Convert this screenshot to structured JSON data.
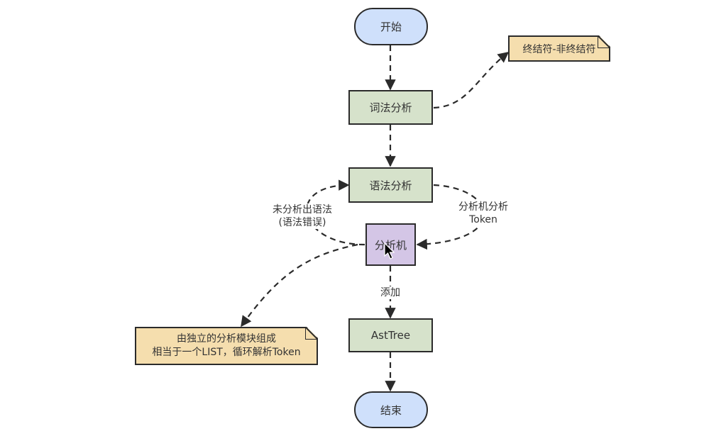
{
  "diagram": {
    "nodes": {
      "start": "开始",
      "lexical": "词法分析",
      "syntax": "语法分析",
      "analyzer": "分析机",
      "asttree": "AstTree",
      "end": "结束"
    },
    "notes": {
      "terminal_symbols": "终结符-非终结符",
      "analyzer_note_line1": "由独立的分析模块组成",
      "analyzer_note_line2": "相当于一个LIST，循环解析Token"
    },
    "edge_labels": {
      "not_parsed_line1": "未分析出语法",
      "not_parsed_line2": "(语法错误)",
      "analyzer_token_line1": "分析机分析",
      "analyzer_token_line2": "Token",
      "add": "添加"
    },
    "colors": {
      "terminal_fill": "#cfe0fb",
      "process_fill": "#d6e2cb",
      "analyzer_fill": "#d4c6e6",
      "note_fill": "#f5deae",
      "stroke": "#2b2b2b"
    }
  }
}
